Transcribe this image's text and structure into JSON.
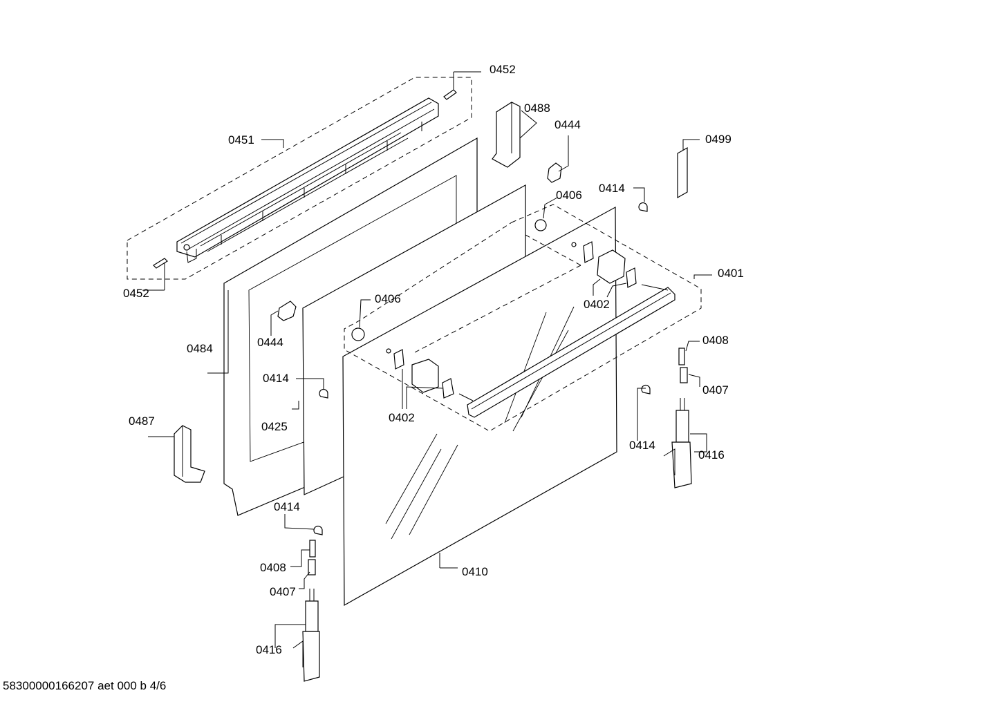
{
  "labels": {
    "p0452_top": "0452",
    "p0488": "0488",
    "p0444_top": "0444",
    "p0499": "0499",
    "p0451": "0451",
    "p0414_top": "0414",
    "p0406_top": "0406",
    "p0401": "0401",
    "p0402_right": "0402",
    "p0452_bottom": "0452",
    "p0406_mid": "0406",
    "p0444_mid": "0444",
    "p0484": "0484",
    "p0408_right": "0408",
    "p0414_mid": "0414",
    "p0407_right": "0407",
    "p0402_mid": "0402",
    "p0425": "0425",
    "p0487": "0487",
    "p0414_right": "0414",
    "p0416_right": "0416",
    "p0414_low": "0414",
    "p0408_left": "0408",
    "p0410": "0410",
    "p0407_left": "0407",
    "p0416_left": "0416"
  },
  "footer": "58300000166207 aet 000 b 4/6"
}
